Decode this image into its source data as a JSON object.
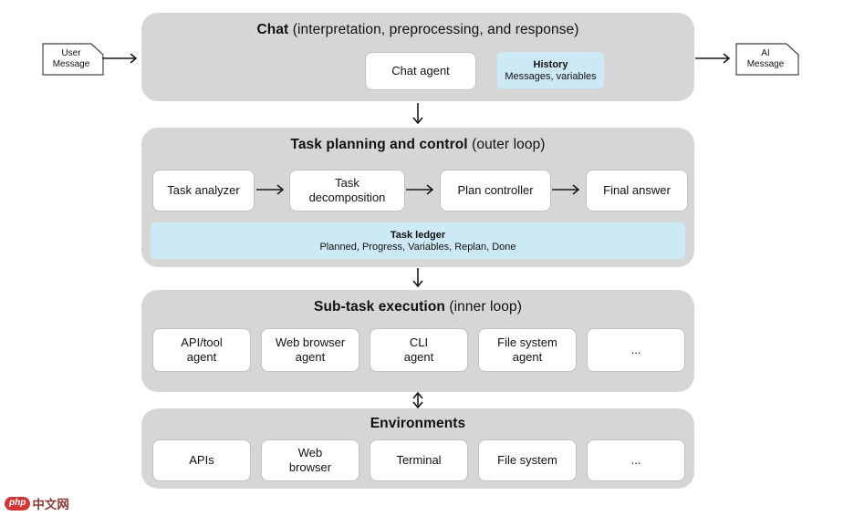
{
  "chat": {
    "title_bold": "Chat",
    "title_rest": " (interpretation, preprocessing, and response)",
    "agent_label": "Chat agent",
    "history_title": "History",
    "history_subtitle": "Messages, variables"
  },
  "messages": {
    "user": "User\nMessage",
    "ai": "AI\nMessage"
  },
  "planning": {
    "title_bold": "Task planning and control",
    "title_rest": " (outer loop)",
    "boxes": [
      "Task analyzer",
      "Task\ndecomposition",
      "Plan controller",
      "Final answer"
    ],
    "ledger_title": "Task ledger",
    "ledger_subtitle": "Planned, Progress, Variables, Replan, Done"
  },
  "execution": {
    "title_bold": "Sub-task execution",
    "title_rest": " (inner loop)",
    "boxes": [
      "API/tool\nagent",
      "Web browser\nagent",
      "CLI\nagent",
      "File system\nagent",
      "..."
    ]
  },
  "environments": {
    "title_bold": "Environments",
    "boxes": [
      "APIs",
      "Web\nbrowser",
      "Terminal",
      "File system",
      "..."
    ]
  },
  "watermark": {
    "logo": "php",
    "text": "中文网"
  },
  "colors": {
    "section_bg": "#d6d6d6",
    "highlight_bg": "#cde9f6",
    "box_bg": "#ffffff",
    "box_border": "#c2c2c2",
    "arrow": "#1a1a1a",
    "watermark_red": "#d23737"
  }
}
